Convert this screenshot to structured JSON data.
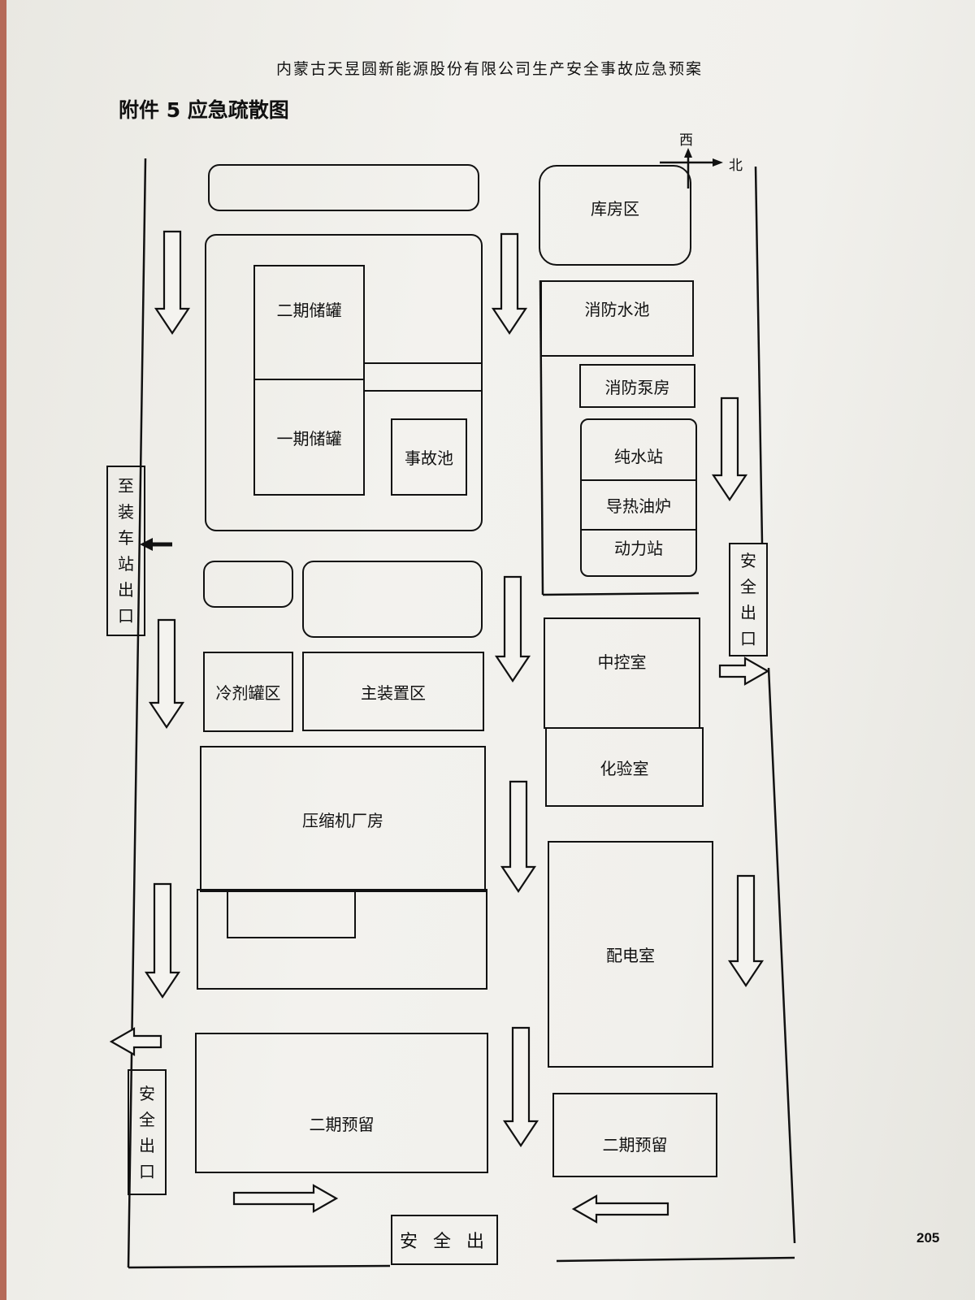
{
  "header": "内蒙古天昱圆新能源股份有限公司生产安全事故应急预案",
  "title": "附件 5  应急疏散图",
  "compass": {
    "west": "西",
    "north": "北"
  },
  "areas": {
    "warehouse": "库房区",
    "fire_pool": "消防水池",
    "fire_pump": "消防泵房",
    "pure_water": "纯水站",
    "heat_oil": "导热油炉",
    "power": "动力站",
    "tank2": "二期储罐",
    "tank1": "一期储罐",
    "accident_pool": "事故池",
    "coolant": "冷剂罐区",
    "main_unit": "主装置区",
    "control": "中控室",
    "lab": "化验室",
    "compressor": "压缩机厂房",
    "substation": "配电室",
    "reserve_left": "二期预留",
    "reserve_right": "二期预留"
  },
  "exits": {
    "loading": [
      "至",
      "装",
      "车",
      "站",
      "出",
      "口"
    ],
    "right": [
      "安",
      "全",
      "出",
      "口"
    ],
    "left": [
      "安",
      "全",
      "出",
      "口"
    ],
    "bottom": "安 全 出"
  },
  "page_number": "205"
}
